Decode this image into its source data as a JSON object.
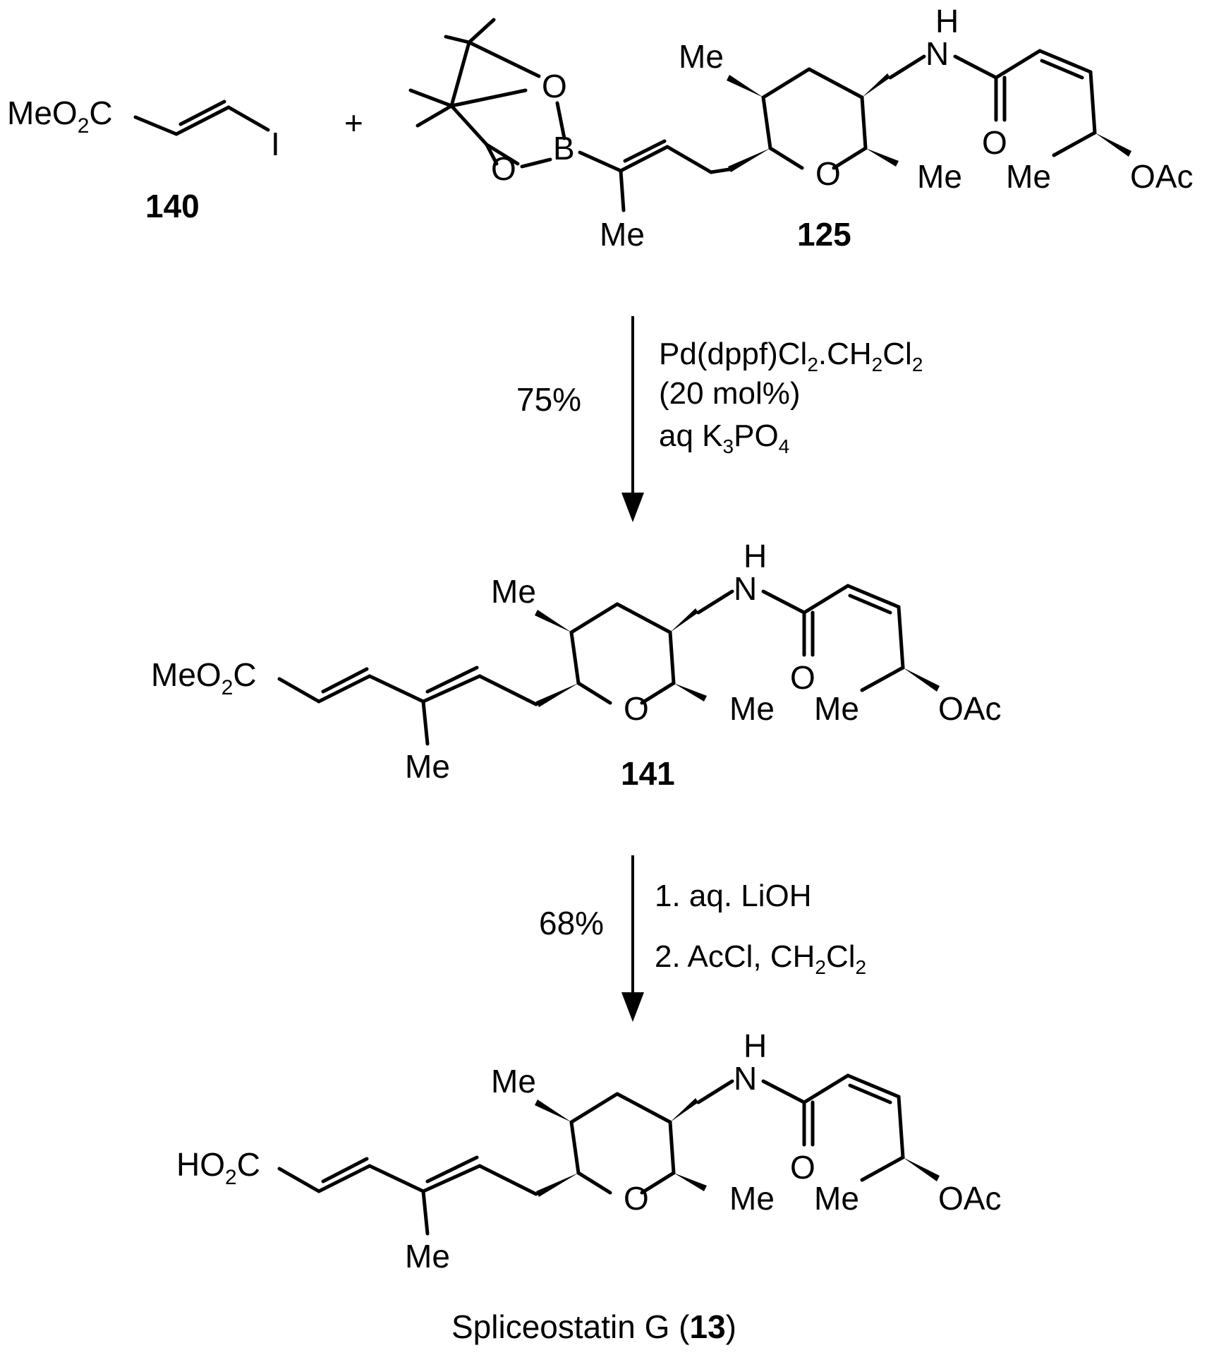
{
  "reactant_140": {
    "ester": "MeO",
    "ester_sub": "2",
    "ester_c": "C",
    "halide": "I",
    "label": "140"
  },
  "plus": "+",
  "reactant_125": {
    "label": "125",
    "me_ring": "Me",
    "me_vinyl": "Me",
    "me_anomeric": "Me",
    "me_side": "Me",
    "ring_o": "O",
    "nh_h": "H",
    "nh_n": "N",
    "carbonyl_o": "O",
    "oac": "OAc",
    "boron": "B",
    "pin_o_top": "O",
    "pin_o_bottom": "O"
  },
  "step1": {
    "yield": "75%",
    "reagent_line1_a": "Pd(dppf)Cl",
    "reagent_line1_sub1": "2",
    "reagent_line1_b": ".CH",
    "reagent_line1_sub2": "2",
    "reagent_line1_c": "Cl",
    "reagent_line1_sub3": "2",
    "reagent_line2": "(20 mol%)",
    "reagent_line3_a": "aq K",
    "reagent_line3_sub1": "3",
    "reagent_line3_b": "PO",
    "reagent_line3_sub2": "4"
  },
  "product_141": {
    "label": "141",
    "ester": "MeO",
    "ester_sub": "2",
    "ester_c": "C",
    "me_ring": "Me",
    "me_vinyl": "Me",
    "me_anomeric": "Me",
    "me_side": "Me",
    "ring_o": "O",
    "nh_h": "H",
    "nh_n": "N",
    "carbonyl_o": "O",
    "oac": "OAc"
  },
  "step2": {
    "yield": "68%",
    "reagent_line1": "1. aq. LiOH",
    "reagent_line2_a": "2. AcCl, CH",
    "reagent_line2_sub": "2",
    "reagent_line2_b": "Cl",
    "reagent_line2_sub2": "2"
  },
  "product_13": {
    "acid": "HO",
    "acid_sub": "2",
    "acid_c": "C",
    "me_ring": "Me",
    "me_vinyl": "Me",
    "me_anomeric": "Me",
    "me_side": "Me",
    "ring_o": "O",
    "nh_h": "H",
    "nh_n": "N",
    "carbonyl_o": "O",
    "oac": "OAc",
    "name": "Spliceostatin G (",
    "name_num": "13",
    "name_close": ")"
  }
}
